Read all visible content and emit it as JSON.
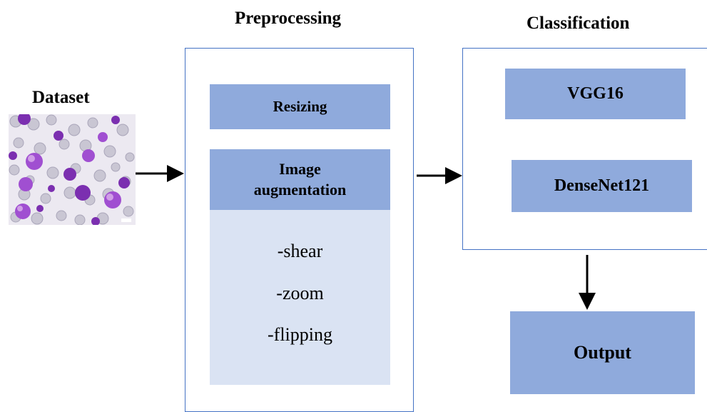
{
  "headings": {
    "dataset": "Dataset",
    "preprocessing": "Preprocessing",
    "classification": "Classification"
  },
  "preprocessing": {
    "resizing": "Resizing",
    "augmentation_line1": "Image",
    "augmentation_line2": "augmentation",
    "operations": [
      "-shear",
      "-zoom",
      "-flipping"
    ]
  },
  "classification": {
    "models": [
      "VGG16",
      "DenseNet121"
    ]
  },
  "output": {
    "label": "Output"
  },
  "colors": {
    "panel_border": "#4472c4",
    "box_fill": "#8faadc",
    "subpanel_fill": "#dae3f3"
  }
}
